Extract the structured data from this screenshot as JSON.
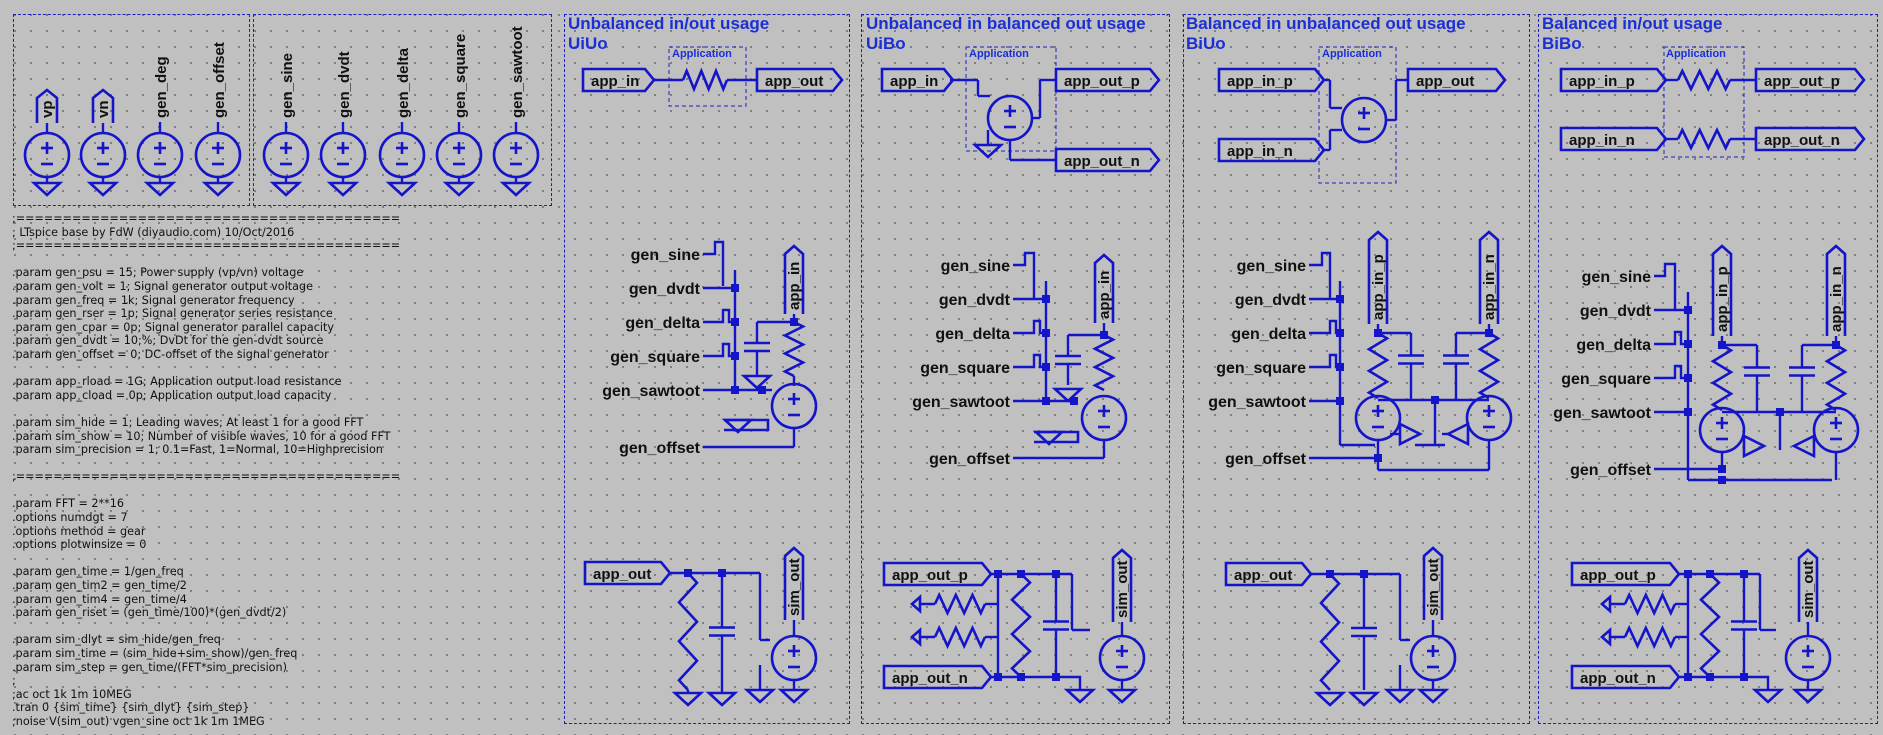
{
  "source_labels": [
    "vp",
    "vn",
    "gen_deg",
    "gen_offset",
    "gen_sine",
    "gen_dvdt",
    "gen_delta",
    "gen_square",
    "gen_sawtoot"
  ],
  "directives": [
    ";=========================================",
    "; LTspice base by FdW (diyaudio.com) 10/Oct/2016",
    ";=========================================",
    "",
    ".param gen_psu = 15; Power supply (vp/vn) voltage",
    ".param gen_volt = 1; Signal generator output voltage",
    ".param gen_freq = 1k; Signal generator frequency",
    ".param gen_rser = 1p; Signal generator series resistance",
    ".param gen_cpar = 0p; Signal generator parallel capacity",
    ".param gen_dvdt = 10;%; DvDt for the gen-dvdt source",
    ".param gen_offset = 0; DC-offset of the signal generator",
    "",
    ".param app_rload = 1G; Application output load resistance",
    ".param app_cload = 0p; Application output load capacity",
    "",
    ".param sim_hide = 1; Leading waves; At least 1 for a good FFT",
    ".param sim_show = 10; Number of visible waves, 10 for a good FFT",
    ".param sim_precision = 1; 0.1=Fast, 1=Normal, 10=Highprecision",
    "",
    ";=========================================",
    "",
    ".param FFT = 2**16",
    ".options numdgt = 7",
    ".options method = gear",
    ".options plotwinsize = 0",
    "",
    ".param gen_time = 1/gen_freq",
    ".param gen_tim2 = gen_time/2",
    ".param gen_tim4 = gen_time/4",
    ".param gen_riset = (gen_time/100)*(gen_dvdt/2)",
    "",
    ".param sim_dlyt = sim_hide/gen_freq",
    ".param sim_time = (sim_hide+sim_show)/gen_freq",
    ".param sim_step = gen_time/(FFT*sim_precision)",
    ";",
    ";ac oct 1k 1m 10MEG",
    ".tran 0 {sim_time} {sim_dlyt} {sim_step}",
    ";noise V(sim_out) vgen_sine oct 1k 1m 1MEG"
  ],
  "application_label": "Application",
  "sections": [
    {
      "title": "Unbalanced in/out usage",
      "code": "UiUo",
      "app_flags": [
        "app_in",
        "app_out"
      ],
      "gen_labels": [
        "gen_sine",
        "gen_dvdt",
        "gen_delta",
        "gen_square",
        "gen_sawtoot",
        "gen_offset"
      ],
      "gen_flags": [
        "app_in"
      ],
      "out_flags": [
        "app_out"
      ],
      "sim_flag": "sim_out"
    },
    {
      "title": "Unbalanced in balanced out usage",
      "code": "UiBo",
      "app_flags": [
        "app_in",
        "app_out_p",
        "app_out_n"
      ],
      "gen_labels": [
        "gen_sine",
        "gen_dvdt",
        "gen_delta",
        "gen_square",
        "gen_sawtoot",
        "gen_offset"
      ],
      "gen_flags": [
        "app_in"
      ],
      "out_flags": [
        "app_out_p",
        "app_out_n"
      ],
      "sim_flag": "sim_out"
    },
    {
      "title": "Balanced in unbalanced out usage",
      "code": "BiUo",
      "app_flags": [
        "app_in_p",
        "app_in_n",
        "app_out"
      ],
      "gen_labels": [
        "gen_sine",
        "gen_dvdt",
        "gen_delta",
        "gen_square",
        "gen_sawtoot",
        "gen_offset"
      ],
      "gen_flags": [
        "app_in_p",
        "app_in_n"
      ],
      "out_flags": [
        "app_out"
      ],
      "sim_flag": "sim_out"
    },
    {
      "title": "Balanced in/out usage",
      "code": "BiBo",
      "app_flags": [
        "app_in_p",
        "app_in_n",
        "app_out_p",
        "app_out_n"
      ],
      "gen_labels": [
        "gen_sine",
        "gen_dvdt",
        "gen_delta",
        "gen_square",
        "gen_sawtoot",
        "gen_offset"
      ],
      "gen_flags": [
        "app_in_p",
        "app_in_n"
      ],
      "out_flags": [
        "app_out_p",
        "app_out_n"
      ],
      "sim_flag": "sim_out"
    }
  ],
  "colors": {
    "wire": "#1414c8",
    "title": "#1a2fd6",
    "background": "#c0c0c0"
  }
}
